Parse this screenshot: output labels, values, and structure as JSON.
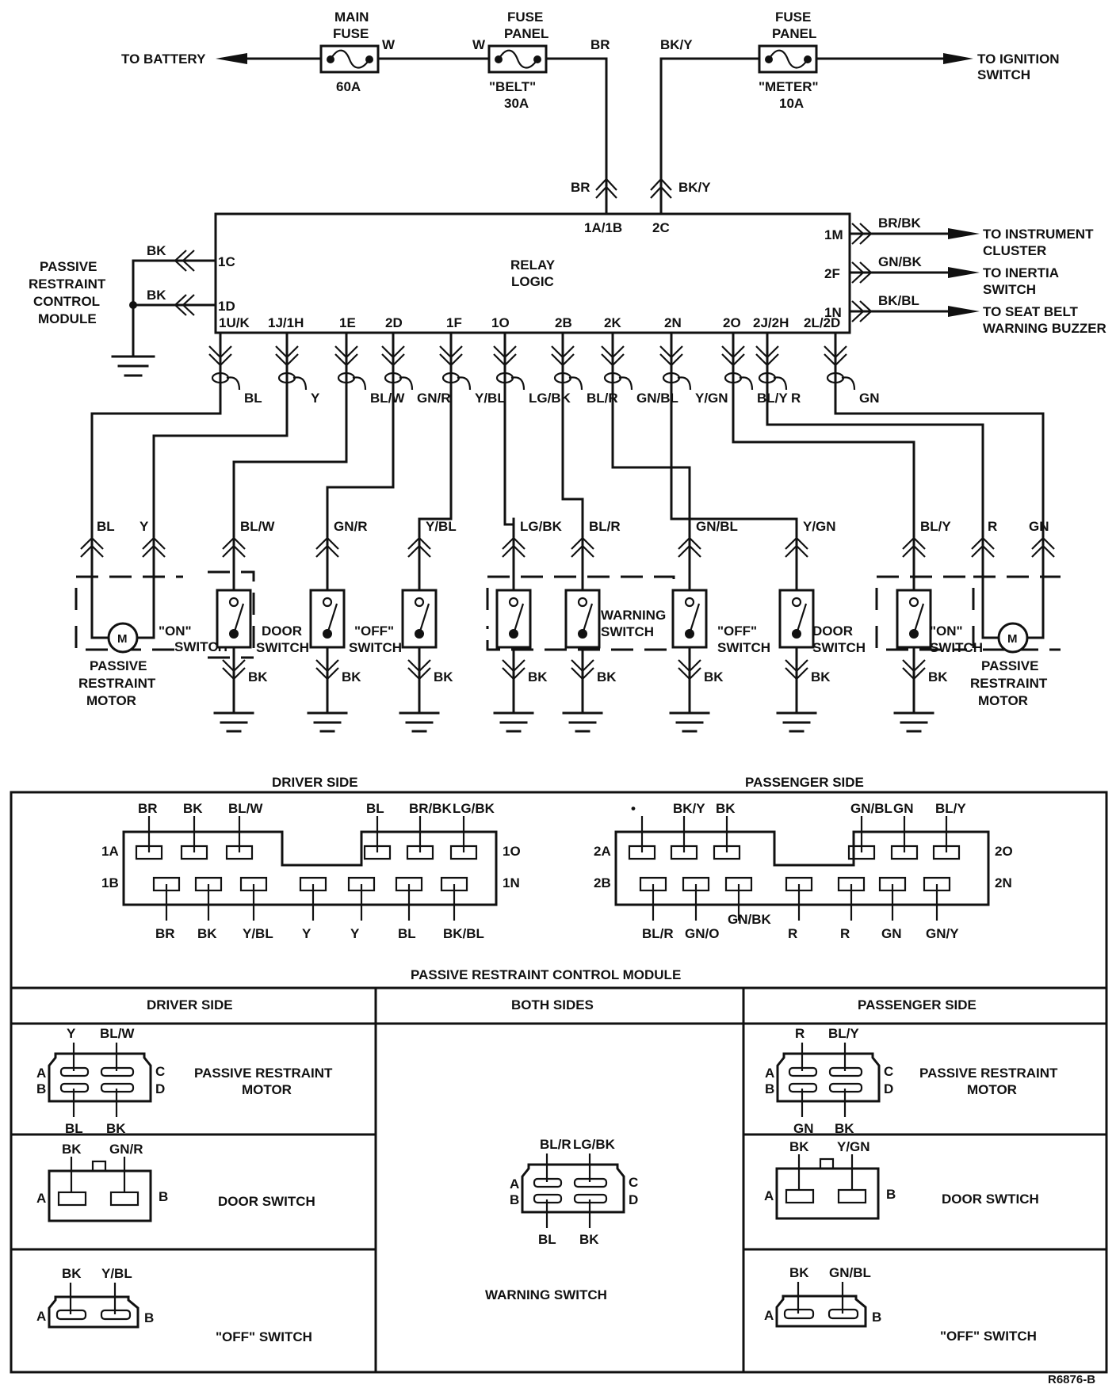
{
  "top": {
    "to_battery": "TO BATTERY",
    "main_fuse": {
      "title1": "MAIN",
      "title2": "FUSE",
      "rating": "60A",
      "wire_out": "W"
    },
    "belt_fuse": {
      "title1": "FUSE",
      "title2": "PANEL",
      "name": "\"BELT\"",
      "rating": "30A",
      "wire_in": "W",
      "wire_out": "BR"
    },
    "meter_fuse": {
      "title1": "FUSE",
      "title2": "PANEL",
      "name": "\"METER\"",
      "rating": "10A",
      "wire_in": "BK/Y"
    },
    "to_ignition_1": "TO IGNITION",
    "to_ignition_2": "SWITCH",
    "conn_br": "BR",
    "conn_bky": "BK/Y"
  },
  "module": {
    "label_1": "PASSIVE",
    "label_2": "RESTRAINT",
    "label_3": "CONTROL",
    "label_4": "MODULE",
    "relay_1": "RELAY",
    "relay_2": "LOGIC",
    "top_pins": [
      "1A/1B",
      "2C"
    ],
    "left_pins": [
      {
        "pin": "1C",
        "wire": "BK"
      },
      {
        "pin": "1D",
        "wire": "BK"
      }
    ],
    "right_pins": [
      {
        "pin": "1M",
        "wire": "BR/BK",
        "dest1": "TO INSTRUMENT",
        "dest2": "CLUSTER"
      },
      {
        "pin": "2F",
        "wire": "GN/BK",
        "dest1": "TO INERTIA",
        "dest2": "SWITCH"
      },
      {
        "pin": "1N",
        "wire": "BK/BL",
        "dest1": "TO SEAT BELT",
        "dest2": "WARNING BUZZER"
      }
    ],
    "bottom_pins": [
      {
        "pin": "1U/K",
        "wire": "BL"
      },
      {
        "pin": "1J/1H",
        "wire": "Y"
      },
      {
        "pin": "1E",
        "wire": "BL/W"
      },
      {
        "pin": "2D",
        "wire": "GN/R"
      },
      {
        "pin": "1F",
        "wire": "Y/BL"
      },
      {
        "pin": "1O",
        "wire": "LG/BK"
      },
      {
        "pin": "2B",
        "wire": "BL/R"
      },
      {
        "pin": "2K",
        "wire": "GN/BL"
      },
      {
        "pin": "2N",
        "wire": "Y/GN"
      },
      {
        "pin": "2O",
        "wire": "BL/Y"
      },
      {
        "pin": "2J/2H",
        "wire": "R"
      },
      {
        "pin": "2L/2D",
        "wire": "GN"
      }
    ]
  },
  "components": {
    "drv_motor": {
      "w1": "BL",
      "w2": "Y",
      "on1": "\"ON\"",
      "on2": "SWITCH",
      "l1": "PASSIVE",
      "l2": "RESTRAINT",
      "l3": "MOTOR",
      "m": "M"
    },
    "drv_door": {
      "wire": "BL/W",
      "gnd": "BK",
      "l1": "DOOR",
      "l2": "SWITCH"
    },
    "drv_off_wire": {
      "wire": "GN/R",
      "gnd": "BK"
    },
    "drv_off": {
      "wire": "Y/BL",
      "gnd": "BK",
      "l1": "\"OFF\"",
      "l2": "SWITCH"
    },
    "warn_a": {
      "wire": "LG/BK",
      "gnd": "BK"
    },
    "warn_b": {
      "wire": "BL/R",
      "gnd": "BK",
      "l1": "WARNING",
      "l2": "SWITCH"
    },
    "pas_off": {
      "wire": "GN/BL",
      "gnd": "BK",
      "l1": "\"OFF\"",
      "l2": "SWITCH"
    },
    "pas_door": {
      "wire": "Y/GN",
      "gnd": "BK",
      "l1": "DOOR",
      "l2": "SWITCH"
    },
    "pas_on": {
      "wire": "BL/Y",
      "gnd": "BK",
      "l1": "\"ON\"",
      "l2": "SWITCH"
    },
    "pas_motor": {
      "w1": "R",
      "w2": "GN",
      "l1": "PASSIVE",
      "l2": "RESTRAINT",
      "l3": "MOTOR",
      "m": "M"
    }
  },
  "pinout": {
    "title": "PASSIVE RESTRAINT CONTROL MODULE",
    "driver": {
      "heading": "DRIVER SIDE",
      "row_a_label": "1A",
      "row_a_end": "1O",
      "row_b_label": "1B",
      "row_b_end": "1N",
      "top_wires": [
        "BR",
        "BK",
        "BL/W",
        "BL",
        "BR/BK",
        "LG/BK"
      ],
      "bottom_wires": [
        "BR",
        "BK",
        "Y/BL",
        "Y",
        "Y",
        "BL",
        "BK/BL"
      ]
    },
    "passenger": {
      "heading": "PASSENGER SIDE",
      "row_a_label": "2A",
      "row_a_end": "2O",
      "row_b_label": "2B",
      "row_b_end": "2N",
      "top_wires": [
        "•",
        "BK/Y",
        "BK",
        "GN/BL",
        "GN",
        "BL/Y"
      ],
      "bottom_wires": [
        "BL/R",
        "GN/O",
        "GN/BK",
        "R",
        "R",
        "GN",
        "GN/Y"
      ]
    }
  },
  "connectors": {
    "driver_heading": "DRIVER SIDE",
    "both_heading": "BOTH SIDES",
    "passenger_heading": "PASSENGER SIDE",
    "drv_motor": {
      "top1": "Y",
      "top2": "BL/W",
      "bot1": "BL",
      "bot2": "BK",
      "a": "A",
      "b": "B",
      "c": "C",
      "d": "D",
      "l1": "PASSIVE RESTRAINT",
      "l2": "MOTOR"
    },
    "drv_door": {
      "top1": "BK",
      "top2": "GN/R",
      "a": "A",
      "b": "B",
      "label": "DOOR SWITCH"
    },
    "drv_off": {
      "top1": "BK",
      "top2": "Y/BL",
      "a": "A",
      "b": "B",
      "label": "\"OFF\" SWITCH"
    },
    "warning": {
      "top1": "BL/R",
      "top2": "LG/BK",
      "bot1": "BL",
      "bot2": "BK",
      "a": "A",
      "b": "B",
      "c": "C",
      "d": "D",
      "label": "WARNING SWITCH"
    },
    "pas_motor": {
      "top1": "R",
      "top2": "BL/Y",
      "bot1": "GN",
      "bot2": "BK",
      "a": "A",
      "b": "B",
      "c": "C",
      "d": "D",
      "l1": "PASSIVE RESTRAINT",
      "l2": "MOTOR"
    },
    "pas_door": {
      "top1": "BK",
      "top2": "Y/GN",
      "a": "A",
      "b": "B",
      "label": "DOOR SWTICH"
    },
    "pas_off": {
      "top1": "BK",
      "top2": "GN/BL",
      "a": "A",
      "b": "B",
      "label": "\"OFF\" SWITCH"
    }
  },
  "figure_id": "R6876-B"
}
